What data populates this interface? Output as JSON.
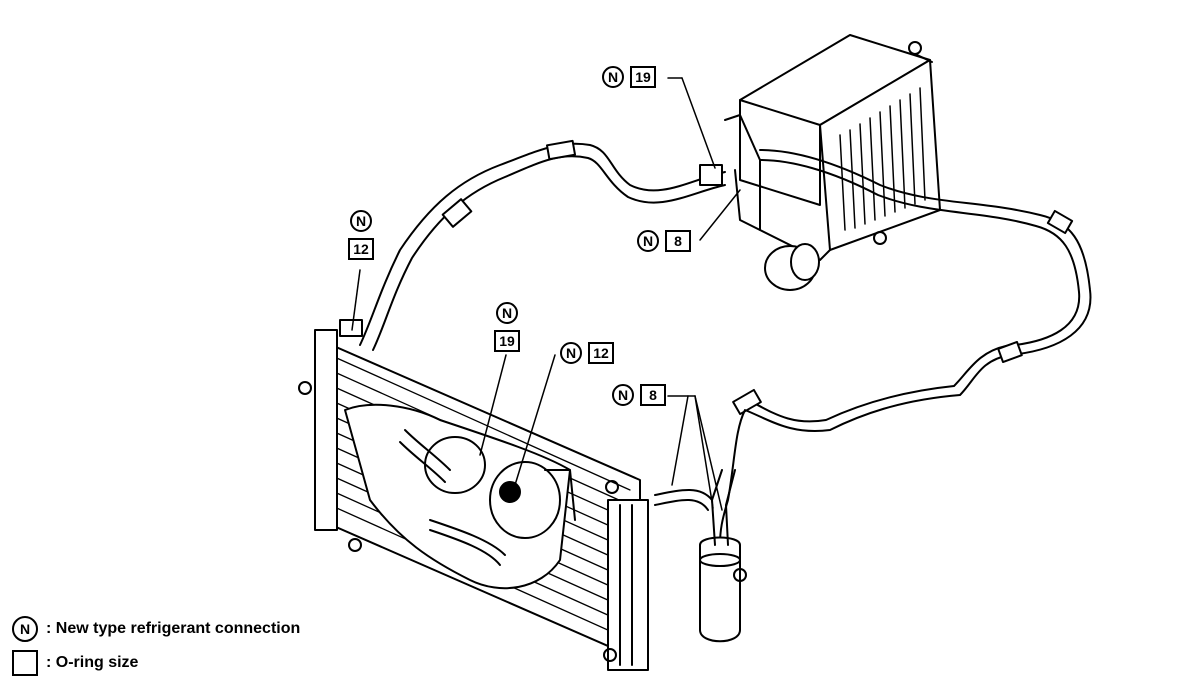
{
  "callouts": {
    "evap_top": {
      "symbol": "N",
      "size": "19"
    },
    "evap_low": {
      "symbol": "N",
      "size": "8"
    },
    "cond_left": {
      "symbol": "N",
      "size": "12"
    },
    "comp_a": {
      "symbol": "N",
      "size": "19"
    },
    "comp_b": {
      "symbol": "N",
      "size": "12"
    },
    "liquid": {
      "symbol": "N",
      "size": "8"
    }
  },
  "legend": {
    "n_symbol": "N",
    "n_text": ": New type refrigerant connection",
    "box_text": ": O-ring size"
  }
}
